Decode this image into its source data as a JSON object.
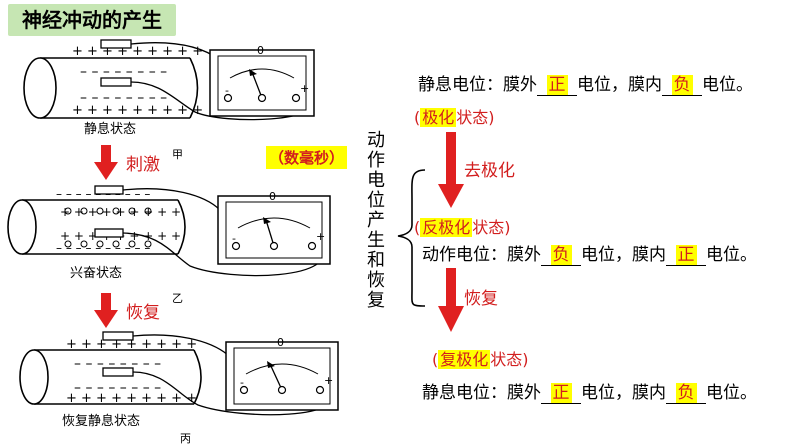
{
  "title": "神经冲动的产生",
  "panels": [
    {
      "caption": "静息状态",
      "mark": ""
    },
    {
      "caption": "兴奋状态",
      "mark": "甲"
    },
    {
      "caption": "恢复静息状态",
      "mark": "乙"
    }
  ],
  "bottom_mark": "丙",
  "meter_zero": "0",
  "meter_minus": "-",
  "meter_plus": "+",
  "arrow1_label": "刺激",
  "arrow2_label": "恢复",
  "duration": "（数毫秒）",
  "vertical_text": "动作电位产生和恢复",
  "line1": {
    "prefix": "静息电位：膜外",
    "v1": "正",
    "mid": "电位，膜内",
    "v2": "负",
    "suffix": "电位。"
  },
  "state1": {
    "open": "(",
    "hl": "极化",
    "rest": "状态)"
  },
  "step1": "去极化",
  "state2": {
    "open": "(",
    "hl": "反极化",
    "rest": "状态)"
  },
  "line2": {
    "prefix": "动作电位：膜外",
    "v1": "负",
    "mid": "电位，膜内",
    "v2": "正",
    "suffix": "电位。"
  },
  "step2": "恢复",
  "state3": {
    "open": "(",
    "hl": "复极化",
    "rest": "状态)"
  },
  "line3": {
    "prefix": "静息电位：膜外",
    "v1": "正",
    "mid": "电位，膜内",
    "v2": "负",
    "suffix": "电位。"
  },
  "colors": {
    "title_bg": "#c6e6b3",
    "arrow": "#e02020",
    "highlight": "#ffff00",
    "text_red": "#d21e1e"
  }
}
